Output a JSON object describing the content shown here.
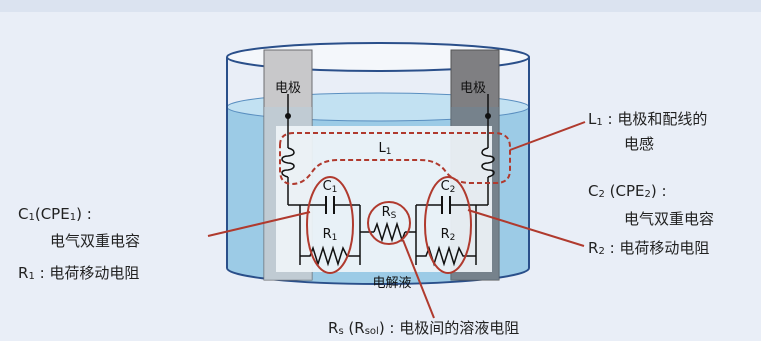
{
  "diagram": {
    "electrode_label": "电极",
    "electrolyte_label": "电解液",
    "components": {
      "L1": {
        "main": "L",
        "sub": "1"
      },
      "C1": {
        "main": "C",
        "sub": "1"
      },
      "C2": {
        "main": "C",
        "sub": "2"
      },
      "Rs": {
        "main": "R",
        "sub": "S"
      },
      "R1": {
        "main": "R",
        "sub": "1"
      },
      "R2": {
        "main": "R",
        "sub": "2"
      }
    },
    "colors": {
      "background": "#e9eef7",
      "beaker_outline": "#2a4f8a",
      "electrolyte": "#9ccbe6",
      "electrode_left": "#c8c8ca",
      "electrode_right": "#7f7f82",
      "highlight": "#b03a2e"
    }
  },
  "callouts": {
    "c1": {
      "line1": "C1(CPE1) :",
      "line2": "电气双重电容"
    },
    "r1": "R1 : 电荷移动电阻",
    "l1": {
      "line1": "L1 : 电极和配线的",
      "line2": "电感"
    },
    "c2": {
      "line1": "C2 (CPE2) :",
      "line2": "电气双重电容"
    },
    "r2": "R2 : 电荷移动电阻",
    "rs": "Rs (Rsol) : 电极间的溶液电阻"
  }
}
